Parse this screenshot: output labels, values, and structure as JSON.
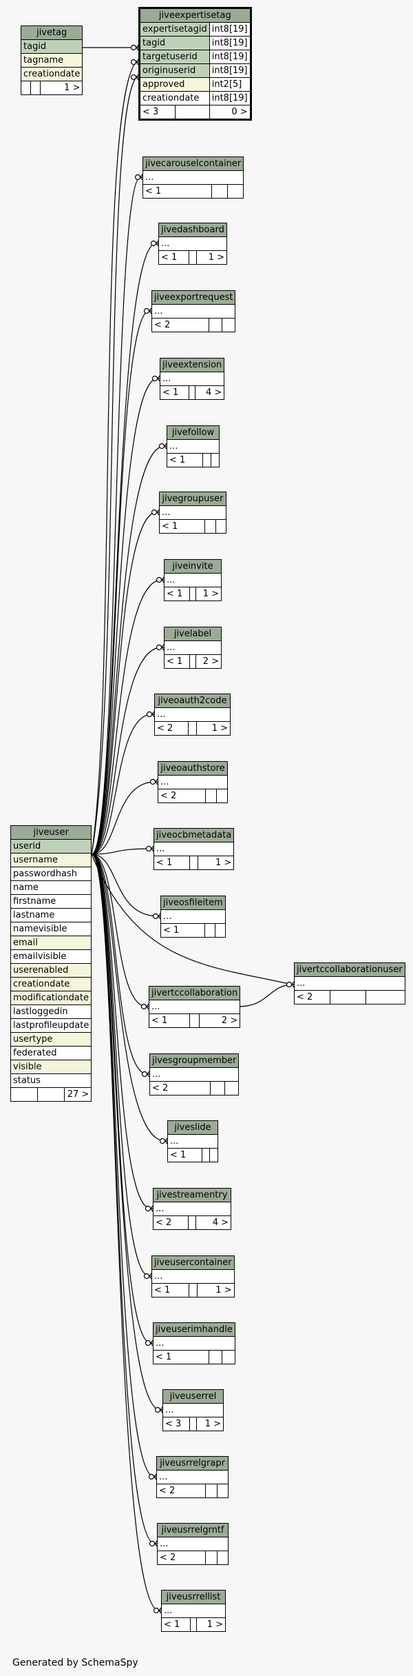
{
  "caption": "Generated by SchemaSpy",
  "tables": {
    "jivetag": {
      "name": "jivetag",
      "columns": [
        {
          "name": "tagid",
          "role": "pk"
        },
        {
          "name": "tagname",
          "role": "idx"
        },
        {
          "name": "creationdate",
          "role": "idx"
        }
      ],
      "counts": [
        "",
        "",
        "1 >"
      ]
    },
    "jiveexpertisetag": {
      "name": "jiveexpertisetag",
      "columns": [
        {
          "name": "expertisetagid",
          "type": "int8[19]",
          "role": "pk"
        },
        {
          "name": "tagid",
          "type": "int8[19]",
          "role": "pk"
        },
        {
          "name": "targetuserid",
          "type": "int8[19]",
          "role": "pk"
        },
        {
          "name": "originuserid",
          "type": "int8[19]",
          "role": "pk"
        },
        {
          "name": "approved",
          "type": "int2[5]",
          "role": "idx"
        },
        {
          "name": "creationdate",
          "type": "int8[19]",
          "role": "plain"
        }
      ],
      "counts": [
        "< 3",
        "",
        "0 >"
      ]
    },
    "jiveuser": {
      "name": "jiveuser",
      "columns": [
        {
          "name": "userid",
          "role": "pk"
        },
        {
          "name": "username",
          "role": "idx"
        },
        {
          "name": "passwordhash",
          "role": "plain"
        },
        {
          "name": "name",
          "role": "plain"
        },
        {
          "name": "firstname",
          "role": "plain"
        },
        {
          "name": "lastname",
          "role": "plain"
        },
        {
          "name": "namevisible",
          "role": "plain"
        },
        {
          "name": "email",
          "role": "idx"
        },
        {
          "name": "emailvisible",
          "role": "plain"
        },
        {
          "name": "userenabled",
          "role": "idx"
        },
        {
          "name": "creationdate",
          "role": "idx"
        },
        {
          "name": "modificationdate",
          "role": "idx"
        },
        {
          "name": "lastloggedin",
          "role": "plain"
        },
        {
          "name": "lastprofileupdate",
          "role": "plain"
        },
        {
          "name": "usertype",
          "role": "idx"
        },
        {
          "name": "federated",
          "role": "plain"
        },
        {
          "name": "visible",
          "role": "idx"
        },
        {
          "name": "status",
          "role": "plain"
        }
      ],
      "counts": [
        "",
        "",
        "27 >"
      ]
    },
    "jivertccollaborationuser": {
      "name": "jivertccollaborationuser",
      "columns": [
        {
          "name": "...",
          "role": "plain"
        }
      ],
      "counts": [
        "< 2",
        "",
        ""
      ]
    }
  },
  "small_tables": [
    {
      "name": "jivecarouselcontainer",
      "col": "...",
      "counts": [
        "< 1",
        "",
        ""
      ]
    },
    {
      "name": "jivedashboard",
      "col": "...",
      "counts": [
        "< 1",
        "",
        "1 >"
      ]
    },
    {
      "name": "jiveexportrequest",
      "col": "...",
      "counts": [
        "< 2",
        "",
        ""
      ]
    },
    {
      "name": "jiveextension",
      "col": "...",
      "counts": [
        "< 1",
        "",
        "4 >"
      ]
    },
    {
      "name": "jivefollow",
      "col": "...",
      "counts": [
        "< 1",
        "",
        ""
      ]
    },
    {
      "name": "jivegroupuser",
      "col": "...",
      "counts": [
        "< 1",
        "",
        ""
      ]
    },
    {
      "name": "jiveinvite",
      "col": "...",
      "counts": [
        "< 1",
        "",
        "1 >"
      ]
    },
    {
      "name": "jivelabel",
      "col": "...",
      "counts": [
        "< 1",
        "",
        "2 >"
      ]
    },
    {
      "name": "jiveoauth2code",
      "col": "...",
      "counts": [
        "< 2",
        "",
        "1 >"
      ]
    },
    {
      "name": "jiveoauthstore",
      "col": "...",
      "counts": [
        "< 2",
        "",
        ""
      ]
    },
    {
      "name": "jiveocbmetadata",
      "col": "...",
      "counts": [
        "< 1",
        "",
        "1 >"
      ]
    },
    {
      "name": "jiveosfileitem",
      "col": "...",
      "counts": [
        "< 1",
        "",
        ""
      ]
    },
    {
      "name": "jivertccollaboration",
      "col": "...",
      "counts": [
        "< 1",
        "",
        "2 >"
      ]
    },
    {
      "name": "jivesgroupmember",
      "col": "...",
      "counts": [
        "< 2",
        "",
        ""
      ]
    },
    {
      "name": "jiveslide",
      "col": "...",
      "counts": [
        "< 1",
        "",
        ""
      ]
    },
    {
      "name": "jivestreamentry",
      "col": "...",
      "counts": [
        "< 2",
        "",
        "4 >"
      ]
    },
    {
      "name": "jiveusercontainer",
      "col": "...",
      "counts": [
        "< 1",
        "",
        "1 >"
      ]
    },
    {
      "name": "jiveuserimhandle",
      "col": "...",
      "counts": [
        "< 1",
        "",
        ""
      ]
    },
    {
      "name": "jiveuserrel",
      "col": "...",
      "counts": [
        "< 3",
        "",
        "1 >"
      ]
    },
    {
      "name": "jiveusrrelgrapr",
      "col": "...",
      "counts": [
        "< 2",
        "",
        ""
      ]
    },
    {
      "name": "jiveusrrelgrntf",
      "col": "...",
      "counts": [
        "< 2",
        "",
        ""
      ]
    },
    {
      "name": "jiveusrrellist",
      "col": "...",
      "counts": [
        "< 1",
        "",
        "1 >"
      ]
    }
  ]
}
